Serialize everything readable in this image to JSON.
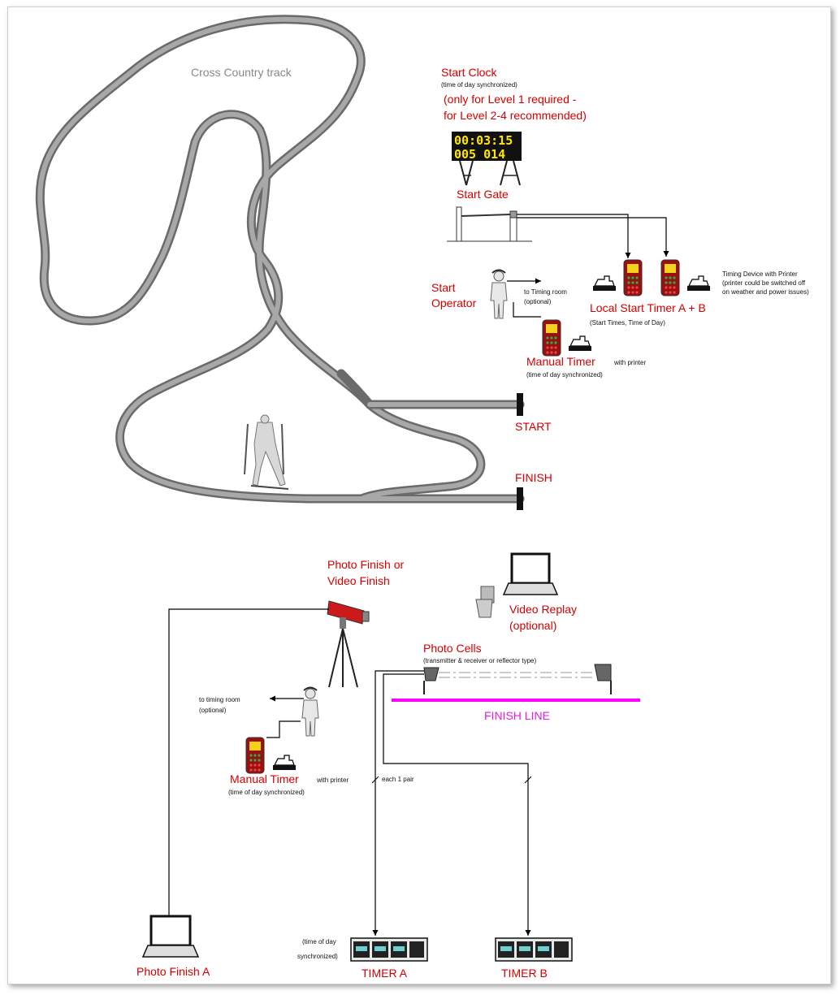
{
  "track": {
    "label": "Cross Country track"
  },
  "start_clock": {
    "title": "Start Clock",
    "note": "(time of day synchronized)",
    "requirement_line1": "(only for Level 1 required -",
    "requirement_line2": "for Level 2-4 recommended)",
    "display_line1": "00:03:15",
    "display_line2": "005 014"
  },
  "start_gate": {
    "label": "Start Gate"
  },
  "start_operator": {
    "label_line1": "Start",
    "label_line2": "Operator",
    "link_line1": "to Timing room",
    "link_line2": "(optional)"
  },
  "local_start_timer": {
    "label": "Local Start Timer A + B",
    "note": "(Start Times, Time of Day)",
    "device_note_line1": "Timing Device with Printer",
    "device_note_line2": "(printer could be switched off",
    "device_note_line3": "on weather and power issues)"
  },
  "manual_timer_top": {
    "label": "Manual Timer",
    "note": "(time of day synchronized)",
    "printer_note": "with printer"
  },
  "course_marks": {
    "start": "START",
    "finish": "FINISH"
  },
  "photo_finish_camera": {
    "label_line1": "Photo Finish or",
    "label_line2": "Video Finish"
  },
  "video_replay": {
    "label_line1": "Video Replay",
    "label_line2": "(optional)"
  },
  "photo_cells": {
    "label": "Photo Cells",
    "note": "(transmitter & receiver or reflector type)"
  },
  "finish_line": {
    "label": "FINISH LINE",
    "color": "#ff00ff"
  },
  "finish_operator": {
    "link_line1": "to timing room",
    "link_line2": "(optional)"
  },
  "manual_timer_bottom": {
    "label": "Manual Timer",
    "note": "(time of day synchronized)",
    "printer_note": "with printer"
  },
  "cable_note": "each 1 pair",
  "photo_finish_a": {
    "label": "Photo Finish A"
  },
  "timer_a": {
    "label": "TIMER A",
    "note_line1": "(time of day",
    "note_line2": "synchronized)"
  },
  "timer_b": {
    "label": "TIMER B"
  },
  "colors": {
    "label_red": "#d40000",
    "track_gray": "#8a8a8a",
    "clock_digits": "#ffe600"
  }
}
